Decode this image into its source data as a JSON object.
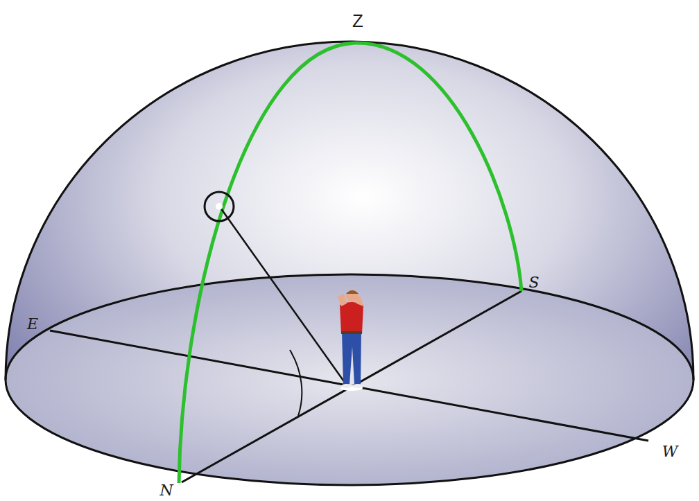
{
  "diagram": {
    "labels": [
      "Z",
      "E",
      "S",
      "W",
      "N"
    ]
  }
}
